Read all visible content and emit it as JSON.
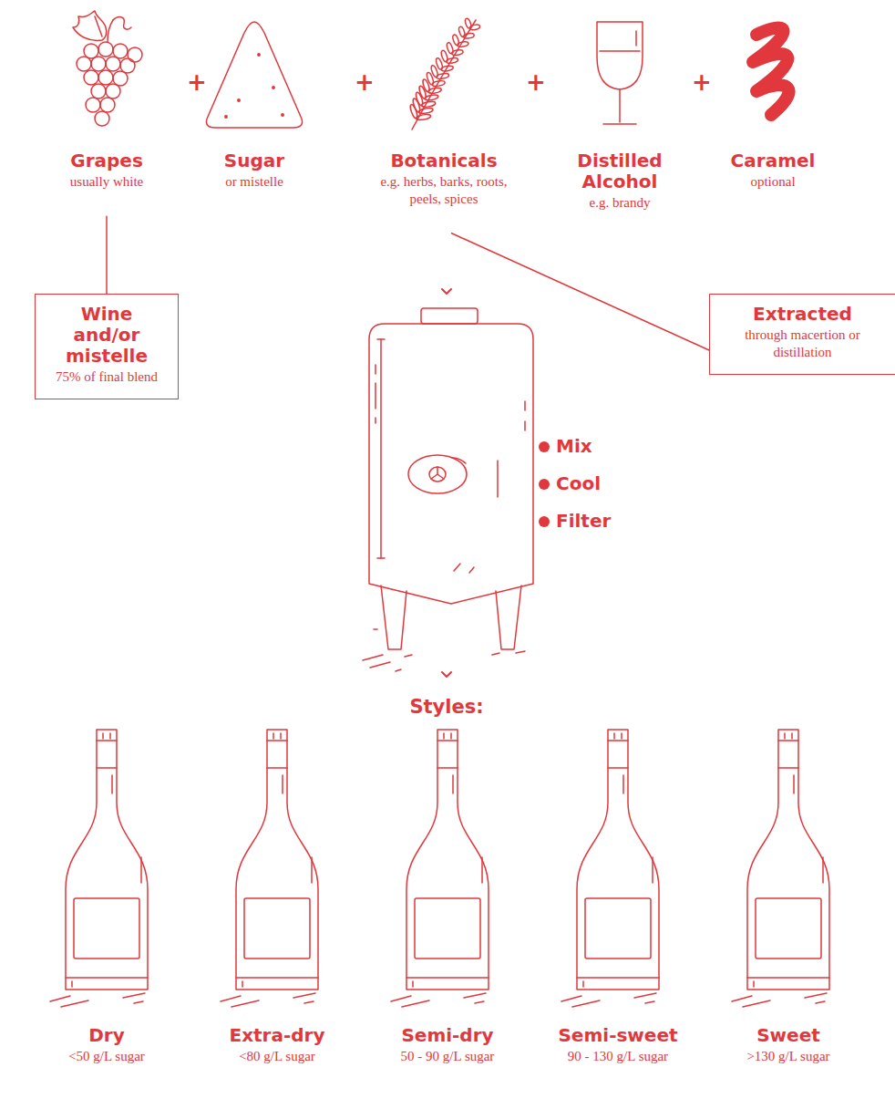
{
  "diagram": {
    "nodes": [
      {
        "text": [
          "Grapes",
          "usually white"
        ]
      },
      {
        "text": [
          "Sugar",
          "or mistelle"
        ]
      },
      {
        "text": [
          "Botanicals",
          "e.g. herbs, barks, roots, peels, spices"
        ]
      },
      {
        "text": [
          "Distilled Alcohol",
          "e.g. brandy"
        ]
      },
      {
        "text": [
          "Caramel",
          "optional"
        ]
      },
      {
        "text": [
          "Wine and/or mistelle",
          "75% of final blend"
        ]
      },
      {
        "text": [
          "Extracted",
          "through macertion or distillation"
        ]
      },
      {
        "text": [
          "Mix",
          "Cool",
          "Filter"
        ]
      },
      {
        "text": [
          "Dry",
          "<50 g/L sugar"
        ]
      },
      {
        "text": [
          "Extra-dry",
          "<80 g/L sugar"
        ]
      },
      {
        "text": [
          "Semi-dry",
          "50 - 90 g/L sugar"
        ]
      },
      {
        "text": [
          "Semi-sweet",
          "90 - 130 g/L sugar"
        ]
      },
      {
        "text": [
          "Sweet",
          ">130 g/L sugar"
        ]
      }
    ],
    "edges": [
      {
        "from": 0,
        "to": 5,
        "arrow": "none"
      },
      {
        "from": 2,
        "to": 6,
        "arrow": "none"
      }
    ],
    "labels": [
      "+",
      "+",
      "+",
      "+",
      "Styles:"
    ]
  }
}
